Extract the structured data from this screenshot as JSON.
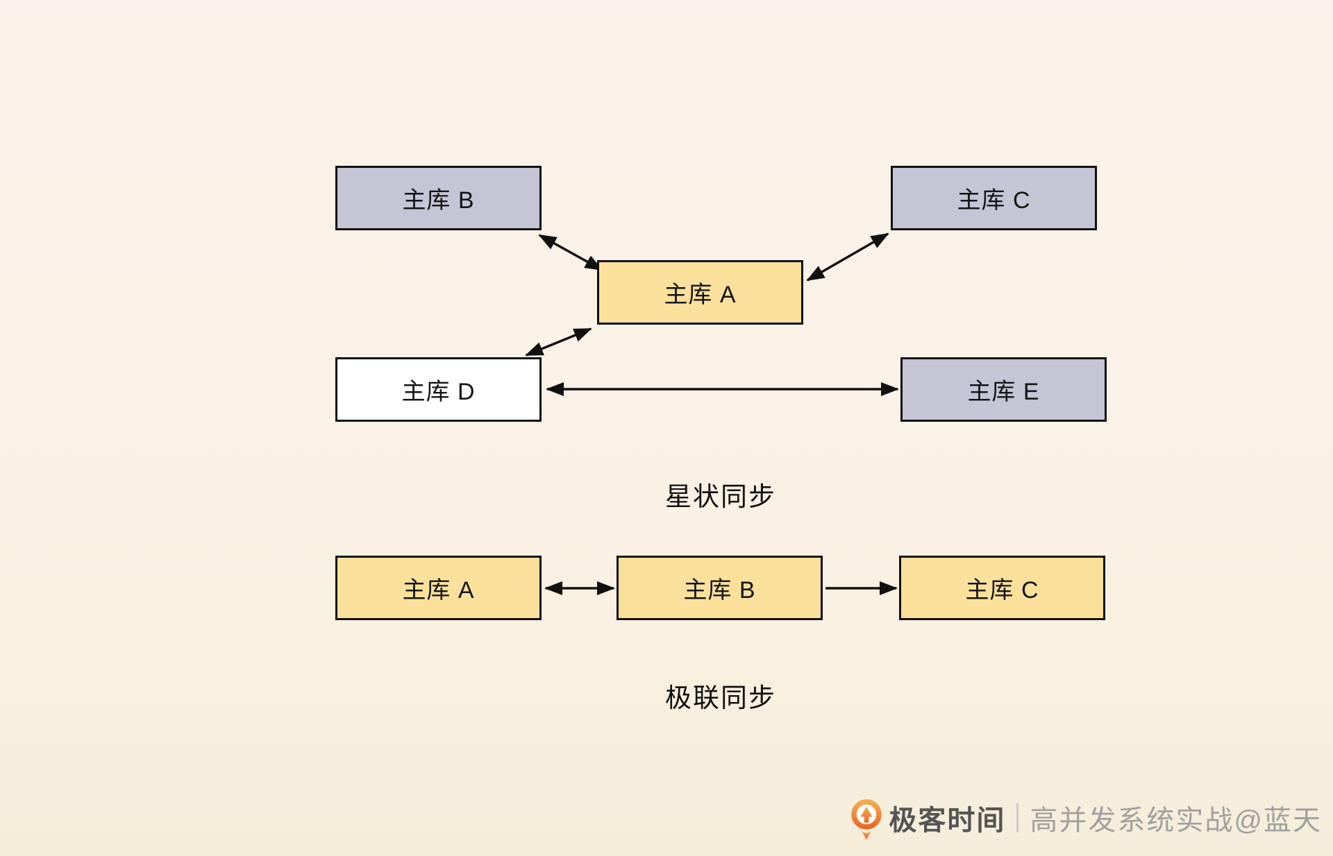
{
  "star": {
    "title": "星状同步",
    "nodes": [
      {
        "id": "B",
        "label": "主库 B",
        "fill": "lavender"
      },
      {
        "id": "C",
        "label": "主库 C",
        "fill": "lavender"
      },
      {
        "id": "A",
        "label": "主库 A",
        "fill": "yellow"
      },
      {
        "id": "D",
        "label": "主库 D",
        "fill": "white"
      },
      {
        "id": "E",
        "label": "主库 E",
        "fill": "lavender"
      }
    ],
    "edges": [
      {
        "from": "主库 B",
        "to": "主库 A",
        "bidirectional": true
      },
      {
        "from": "主库 A",
        "to": "主库 C",
        "bidirectional": true
      },
      {
        "from": "主库 A",
        "to": "主库 D",
        "bidirectional": true
      },
      {
        "from": "主库 D",
        "to": "主库 E",
        "bidirectional": true
      }
    ]
  },
  "cascade": {
    "title": "极联同步",
    "nodes": [
      {
        "id": "A",
        "label": "主库 A",
        "fill": "yellow"
      },
      {
        "id": "B",
        "label": "主库 B",
        "fill": "yellow"
      },
      {
        "id": "C",
        "label": "主库 C",
        "fill": "yellow"
      }
    ],
    "edges": [
      {
        "from": "主库 A",
        "to": "主库 B",
        "bidirectional": true
      },
      {
        "from": "主库 B",
        "to": "主库 C",
        "bidirectional": false
      }
    ]
  },
  "watermark": {
    "logo_icon": "geektime-logo",
    "brand": "极客时间",
    "credit": "高并发系统实战@蓝天"
  },
  "colors": {
    "box_lavender": "#C6C5D6",
    "box_yellow": "#FBE09B",
    "box_white": "#FFFFFF",
    "box_border": "#111111",
    "arrow": "#111111",
    "brand_orange_top": "#F7A94E",
    "brand_orange_bottom": "#E96A28",
    "watermark_brand_text": "#545454",
    "watermark_credit_text": "#A0A0A0",
    "background_top": "#FBF3EB",
    "background_bottom": "#F5EDDA"
  }
}
